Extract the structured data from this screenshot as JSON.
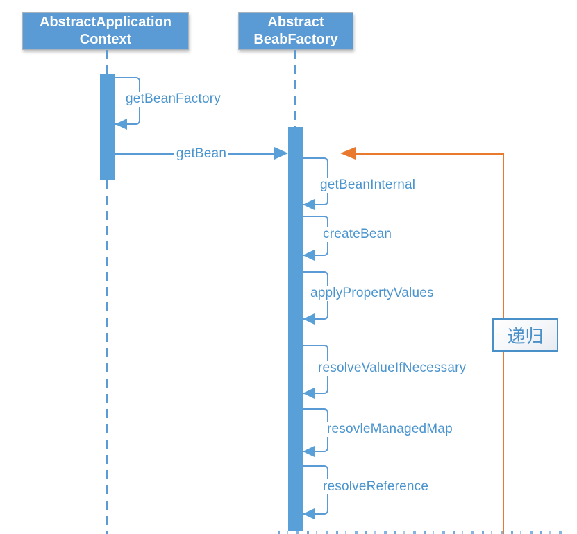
{
  "actors": [
    {
      "line1": "AbstractApplication",
      "line2": "Context"
    },
    {
      "line1": "Abstract",
      "line2": "BeabFactory"
    }
  ],
  "messages": {
    "self_call_left": "getBeanFactory",
    "call": "getBean",
    "self_calls_right": [
      "getBeanInternal",
      "createBean",
      "applyPropertyValues",
      "resolveValueIfNecessary",
      "resovleManagedMap",
      "resolveReference"
    ],
    "recursion_badge": "递归"
  },
  "colors": {
    "shape_blue": "#5b9bd5",
    "bar_blue": "#58a0d7",
    "label_blue": "#4a94ce",
    "recursion_orange": "#e8792e"
  }
}
